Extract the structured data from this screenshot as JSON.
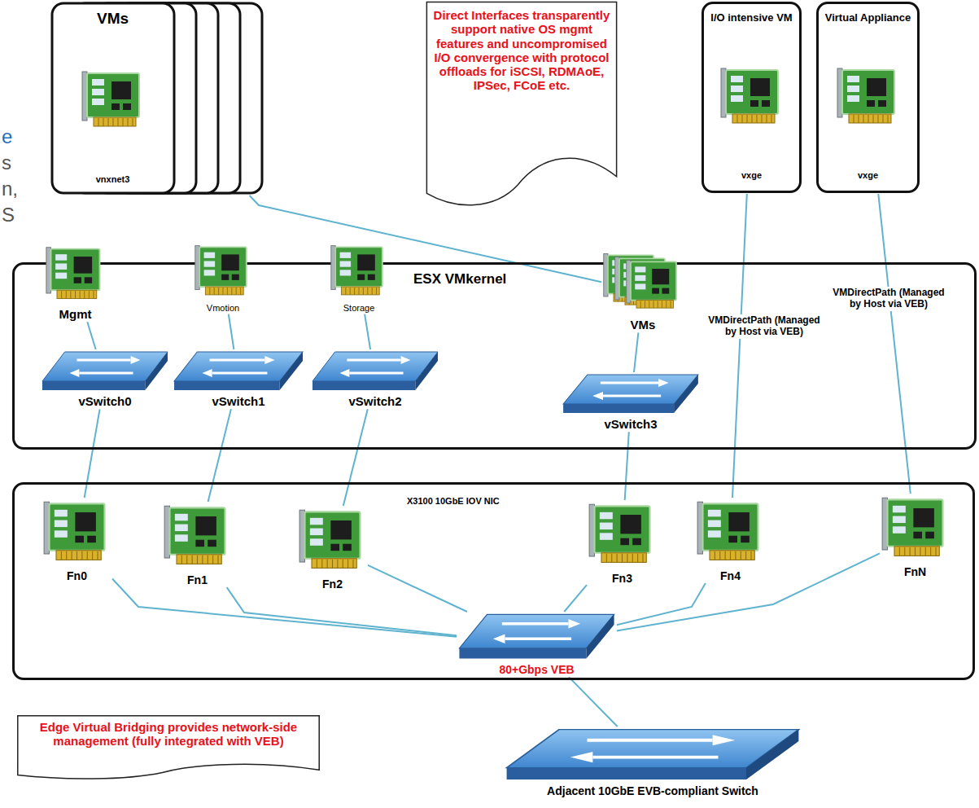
{
  "diagram": {
    "nodes": [
      {
        "text": [
          "VMs",
          "vnxnet3"
        ]
      },
      {
        "text": [
          "Direct Interfaces transparently support native OS mgmt features and uncompromised I/O convergence with protocol offloads for iSCSI, RDMAoE, IPSec, FCoE etc."
        ]
      },
      {
        "text": [
          "I/O intensive VM",
          "vxge"
        ]
      },
      {
        "text": [
          "Virtual Appliance",
          "vxge"
        ]
      },
      {
        "text": [
          "ESX VMkernel"
        ]
      },
      {
        "text": [
          "Mgmt"
        ],
        "in": 4
      },
      {
        "text": [
          "Vmotion"
        ],
        "in": 4
      },
      {
        "text": [
          "Storage"
        ],
        "in": 4
      },
      {
        "text": [
          "VMs"
        ],
        "in": 4
      },
      {
        "text": [
          "vSwitch0"
        ],
        "in": 4
      },
      {
        "text": [
          "vSwitch1"
        ],
        "in": 4
      },
      {
        "text": [
          "vSwitch2"
        ],
        "in": 4
      },
      {
        "text": [
          "vSwitch3"
        ],
        "in": 4
      },
      {
        "text": [
          "X3100 10GbE IOV NIC"
        ]
      },
      {
        "text": [
          "Fn0"
        ],
        "in": 13
      },
      {
        "text": [
          "Fn1"
        ],
        "in": 13
      },
      {
        "text": [
          "Fn2"
        ],
        "in": 13
      },
      {
        "text": [
          "Fn3"
        ],
        "in": 13
      },
      {
        "text": [
          "Fn4"
        ],
        "in": 13
      },
      {
        "text": [
          "FnN"
        ],
        "in": 13
      },
      {
        "text": [
          "80+Gbps VEB"
        ],
        "in": 13
      },
      {
        "text": [
          "Edge Virtual Bridging provides network-side management (fully integrated with VEB)"
        ]
      },
      {
        "text": [
          "Adjacent 10GbE EVB-compliant Switch"
        ]
      }
    ],
    "edges": [
      {
        "from": 0,
        "to": 8,
        "arrow": "none"
      },
      {
        "from": 5,
        "to": 9,
        "arrow": "none"
      },
      {
        "from": 6,
        "to": 10,
        "arrow": "none"
      },
      {
        "from": 7,
        "to": 11,
        "arrow": "none"
      },
      {
        "from": 8,
        "to": 12,
        "arrow": "none"
      },
      {
        "from": 9,
        "to": 14,
        "arrow": "none"
      },
      {
        "from": 10,
        "to": 15,
        "arrow": "none"
      },
      {
        "from": 11,
        "to": 16,
        "arrow": "none"
      },
      {
        "from": 12,
        "to": 17,
        "arrow": "none"
      },
      {
        "from": 2,
        "to": 18,
        "label": "VMDirectPath (Managed by Host via VEB)",
        "arrow": "none"
      },
      {
        "from": 3,
        "to": 19,
        "label": "VMDirectPath (Managed by Host via VEB)",
        "arrow": "none"
      },
      {
        "from": 14,
        "to": 20,
        "arrow": "none"
      },
      {
        "from": 15,
        "to": 20,
        "arrow": "none"
      },
      {
        "from": 16,
        "to": 20,
        "arrow": "none"
      },
      {
        "from": 17,
        "to": 20,
        "arrow": "none"
      },
      {
        "from": 18,
        "to": 20,
        "arrow": "none"
      },
      {
        "from": 19,
        "to": 20,
        "arrow": "none"
      },
      {
        "from": 20,
        "to": 22,
        "arrow": "none"
      }
    ],
    "labels": [
      "e",
      "s",
      "n,",
      "S"
    ]
  }
}
